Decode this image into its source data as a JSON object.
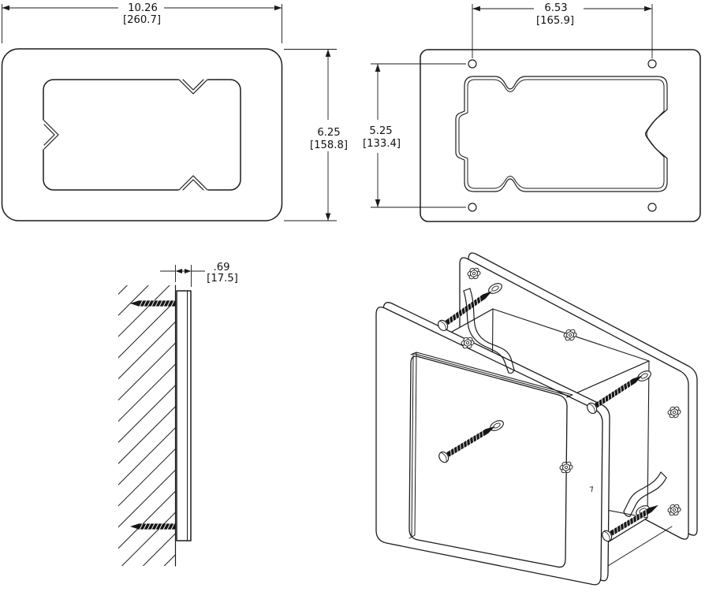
{
  "drawing": {
    "background_color": "#ffffff",
    "line_color": "#1b1b1b",
    "front_view": {
      "width_dim": {
        "in": "10.26",
        "mm": "[260.7]"
      },
      "height_dim": {
        "in": "6.25",
        "mm": "[158.8]"
      }
    },
    "rear_view": {
      "hole_spacing_width_dim": {
        "in": "6.53",
        "mm": "[165.9]"
      },
      "hole_spacing_height_dim": {
        "in": "5.25",
        "mm": "[133.4]"
      }
    },
    "side_view": {
      "depth_dim": {
        "in": ".69",
        "mm": "[17.5]"
      }
    },
    "isometric_view": {
      "molded_marking": "7"
    }
  }
}
